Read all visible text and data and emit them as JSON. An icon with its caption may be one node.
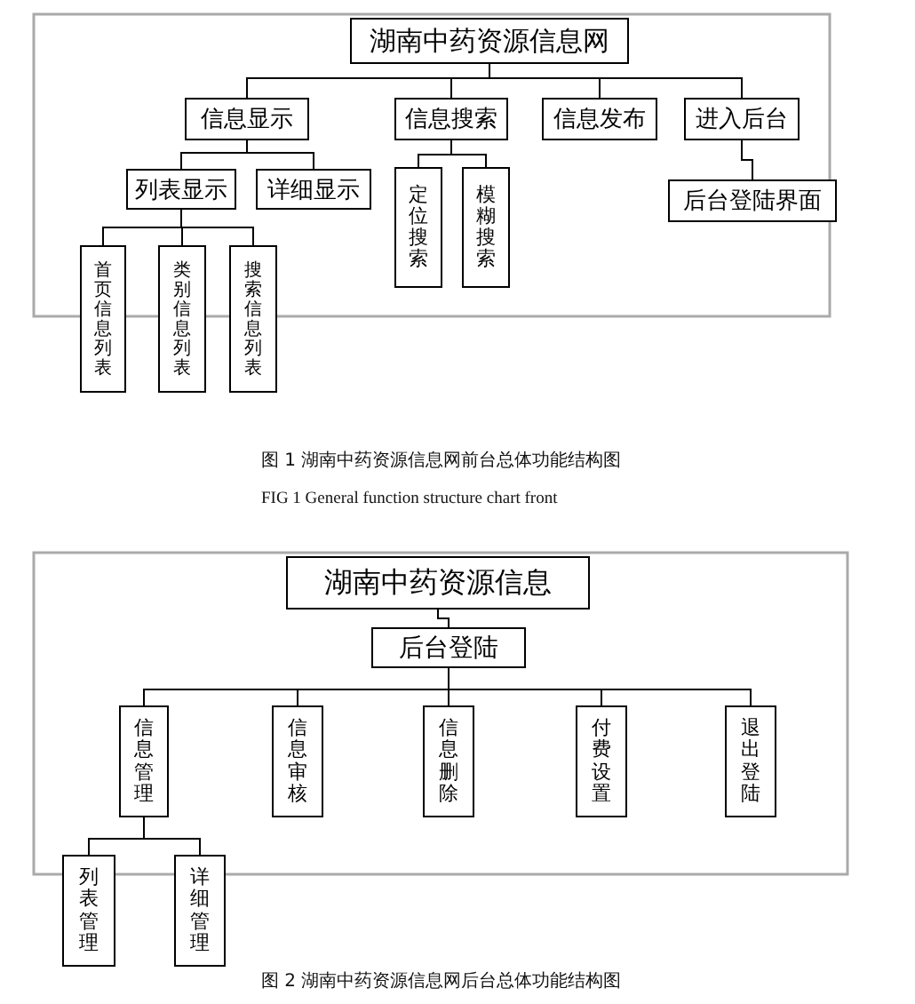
{
  "diagram": {
    "nodes": [
      {
        "text": [
          "湖南中药资源信息网"
        ]
      },
      {
        "text": [
          "信息显示"
        ]
      },
      {
        "text": [
          "信息搜索"
        ]
      },
      {
        "text": [
          "信息发布"
        ]
      },
      {
        "text": [
          "进入后台"
        ]
      },
      {
        "text": [
          "列表显示"
        ]
      },
      {
        "text": [
          "详细显示"
        ]
      },
      {
        "text": [
          "定位搜索"
        ]
      },
      {
        "text": [
          "模糊搜索"
        ]
      },
      {
        "text": [
          "后台登陆界面"
        ]
      },
      {
        "text": [
          "首页信息列表"
        ]
      },
      {
        "text": [
          "类别信息列表"
        ]
      },
      {
        "text": [
          "搜索信息列表"
        ]
      },
      {
        "text": [
          "湖南中药资源信息"
        ]
      },
      {
        "text": [
          "后台登陆"
        ]
      },
      {
        "text": [
          "信息管理"
        ]
      },
      {
        "text": [
          "信息审核"
        ]
      },
      {
        "text": [
          "信息删除"
        ]
      },
      {
        "text": [
          "付费设置"
        ]
      },
      {
        "text": [
          "退出登陆"
        ]
      },
      {
        "text": [
          "列表管理"
        ]
      },
      {
        "text": [
          "详细管理"
        ]
      }
    ],
    "edges": [
      {
        "from": 0,
        "to": 1,
        "arrow": "none"
      },
      {
        "from": 0,
        "to": 2,
        "arrow": "none"
      },
      {
        "from": 0,
        "to": 3,
        "arrow": "none"
      },
      {
        "from": 0,
        "to": 4,
        "arrow": "none"
      },
      {
        "from": 1,
        "to": 5,
        "arrow": "none"
      },
      {
        "from": 1,
        "to": 6,
        "arrow": "none"
      },
      {
        "from": 2,
        "to": 7,
        "arrow": "none"
      },
      {
        "from": 2,
        "to": 8,
        "arrow": "none"
      },
      {
        "from": 4,
        "to": 9,
        "arrow": "none"
      },
      {
        "from": 5,
        "to": 10,
        "arrow": "none"
      },
      {
        "from": 5,
        "to": 11,
        "arrow": "none"
      },
      {
        "from": 5,
        "to": 12,
        "arrow": "none"
      },
      {
        "from": 13,
        "to": 14,
        "arrow": "none"
      },
      {
        "from": 14,
        "to": 15,
        "arrow": "none"
      },
      {
        "from": 14,
        "to": 16,
        "arrow": "none"
      },
      {
        "from": 14,
        "to": 17,
        "arrow": "none"
      },
      {
        "from": 14,
        "to": 18,
        "arrow": "none"
      },
      {
        "from": 14,
        "to": 19,
        "arrow": "none"
      },
      {
        "from": 15,
        "to": 20,
        "arrow": "none"
      },
      {
        "from": 15,
        "to": 21,
        "arrow": "none"
      }
    ],
    "labels": [
      "图 1 湖南中药资源信息网前台总体功能结构图",
      "FIG 1 General function structure chart front",
      "图 2 湖南中药资源信息网后台总体功能结构图"
    ]
  }
}
